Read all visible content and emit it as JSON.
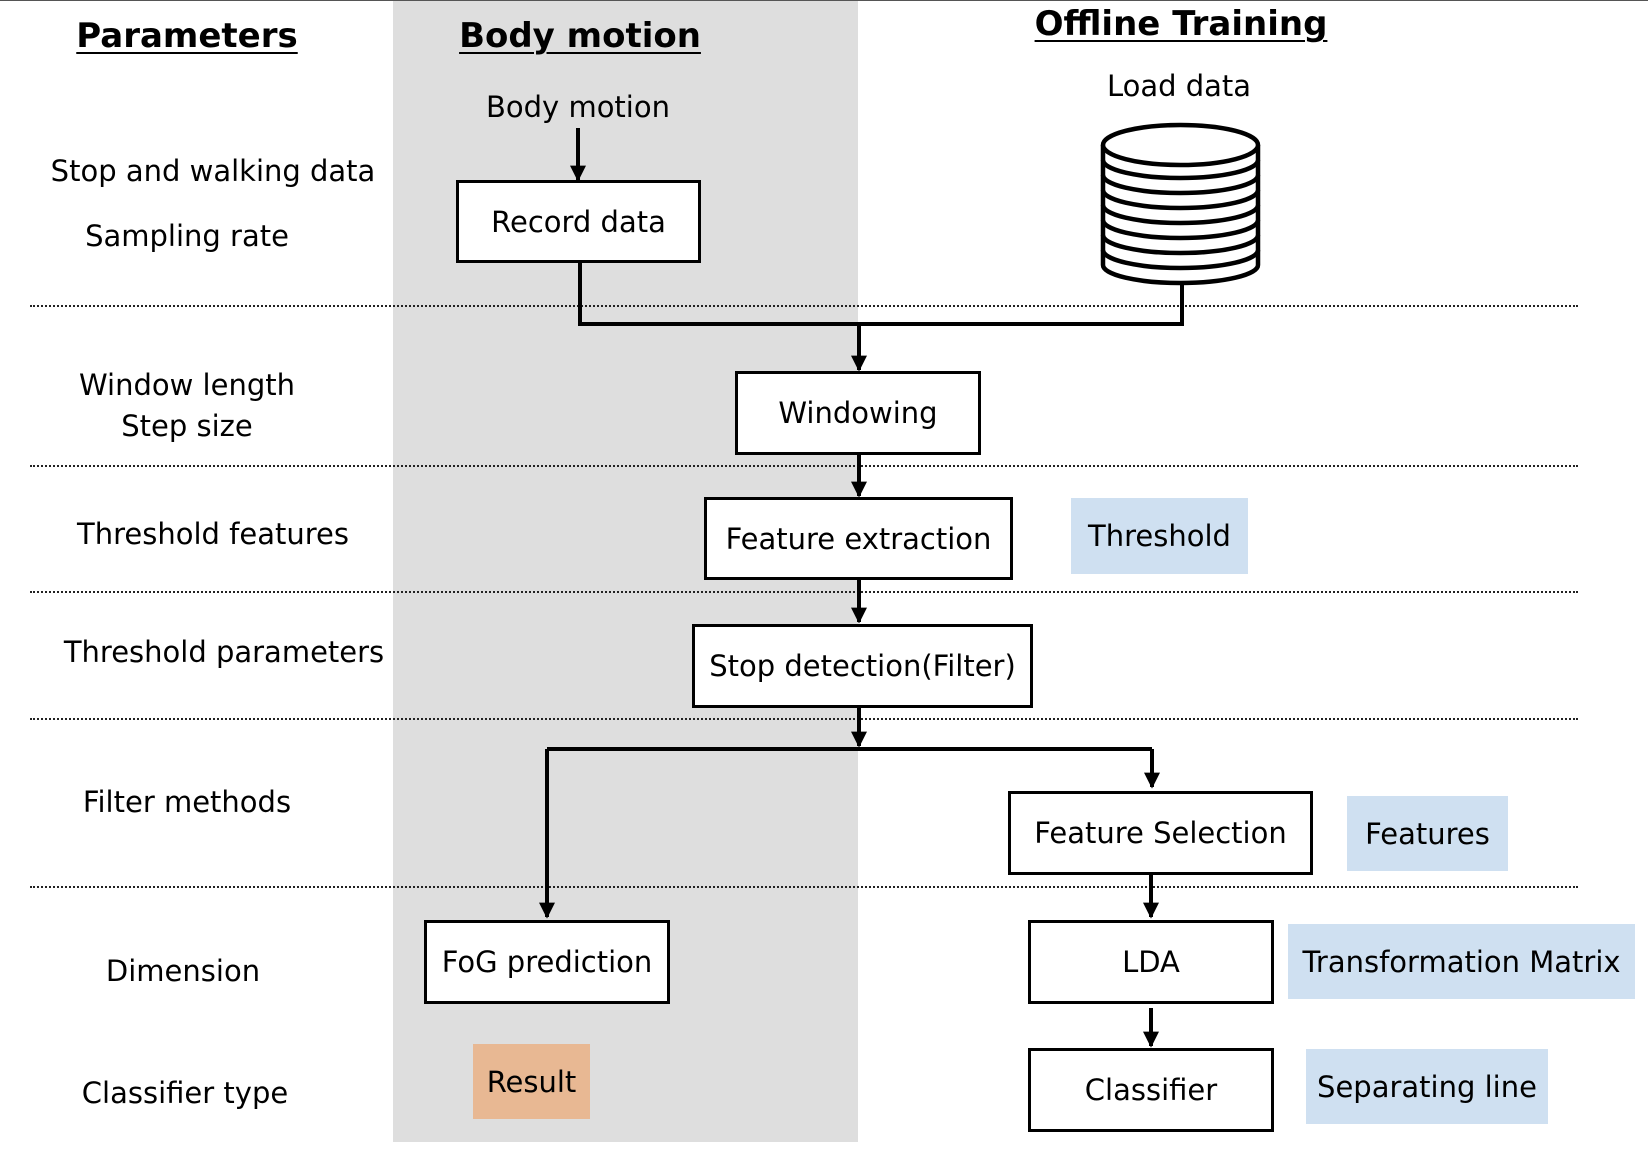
{
  "colors": {
    "band": "#dedede",
    "output_tag": "#cfe0f1",
    "result_tag": "#e8b893",
    "box_border": "#000000"
  },
  "headings": {
    "parameters": "Parameters",
    "body_motion": "Body motion",
    "offline_training": "Offline Training"
  },
  "parameters": {
    "stop_walking": "Stop and walking data",
    "sampling_rate": "Sampling rate",
    "window_length": "Window length",
    "step_size": "Step size",
    "threshold_features": "Threshold features",
    "threshold_parameters": "Threshold parameters",
    "filter_methods": "Filter methods",
    "dimension": "Dimension",
    "classifier_type": "Classifier type"
  },
  "inputs": {
    "body_motion": "Body motion",
    "load_data": "Load data",
    "database_icon": "database-icon"
  },
  "nodes": {
    "record_data": "Record data",
    "windowing": "Windowing",
    "feature_extraction": "Feature extraction",
    "stop_detection": "Stop detection(Filter)",
    "feature_selection": "Feature Selection",
    "fog_prediction": "FoG prediction",
    "lda": "LDA",
    "classifier": "Classifier"
  },
  "outputs": {
    "threshold": "Threshold",
    "features": "Features",
    "transformation_matrix": "Transformation Matrix",
    "separating_line": "Separating line",
    "result": "Result"
  }
}
